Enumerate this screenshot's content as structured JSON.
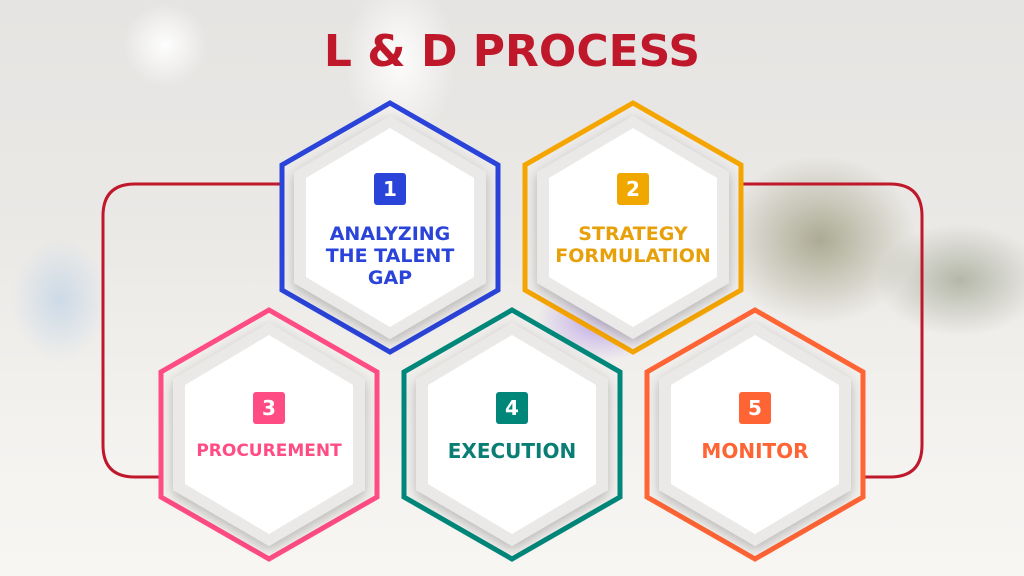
{
  "title": "L & D PROCESS",
  "colors": {
    "title": "#c0182b",
    "connector": "#c0182b",
    "step1": "#2a43d8",
    "step2": "#f5a500",
    "step3": "#ff4c84",
    "step4": "#00877a",
    "step5": "#ff6434"
  },
  "steps": [
    {
      "number": "1",
      "label": "ANALYZING\nTHE TALENT\nGAP",
      "color": "#2a43d8",
      "text_color": "#2a43d8"
    },
    {
      "number": "2",
      "label": "STRATEGY\nFORMULATION",
      "color": "#f5a500",
      "text_color": "#e8a00a"
    },
    {
      "number": "3",
      "label": "PROCUREMENT",
      "color": "#ff4c84",
      "text_color": "#ff4c84"
    },
    {
      "number": "4",
      "label": "EXECUTION",
      "color": "#00877a",
      "text_color": "#0a7e74"
    },
    {
      "number": "5",
      "label": "MONITOR",
      "color": "#ff6434",
      "text_color": "#ff6434"
    }
  ]
}
